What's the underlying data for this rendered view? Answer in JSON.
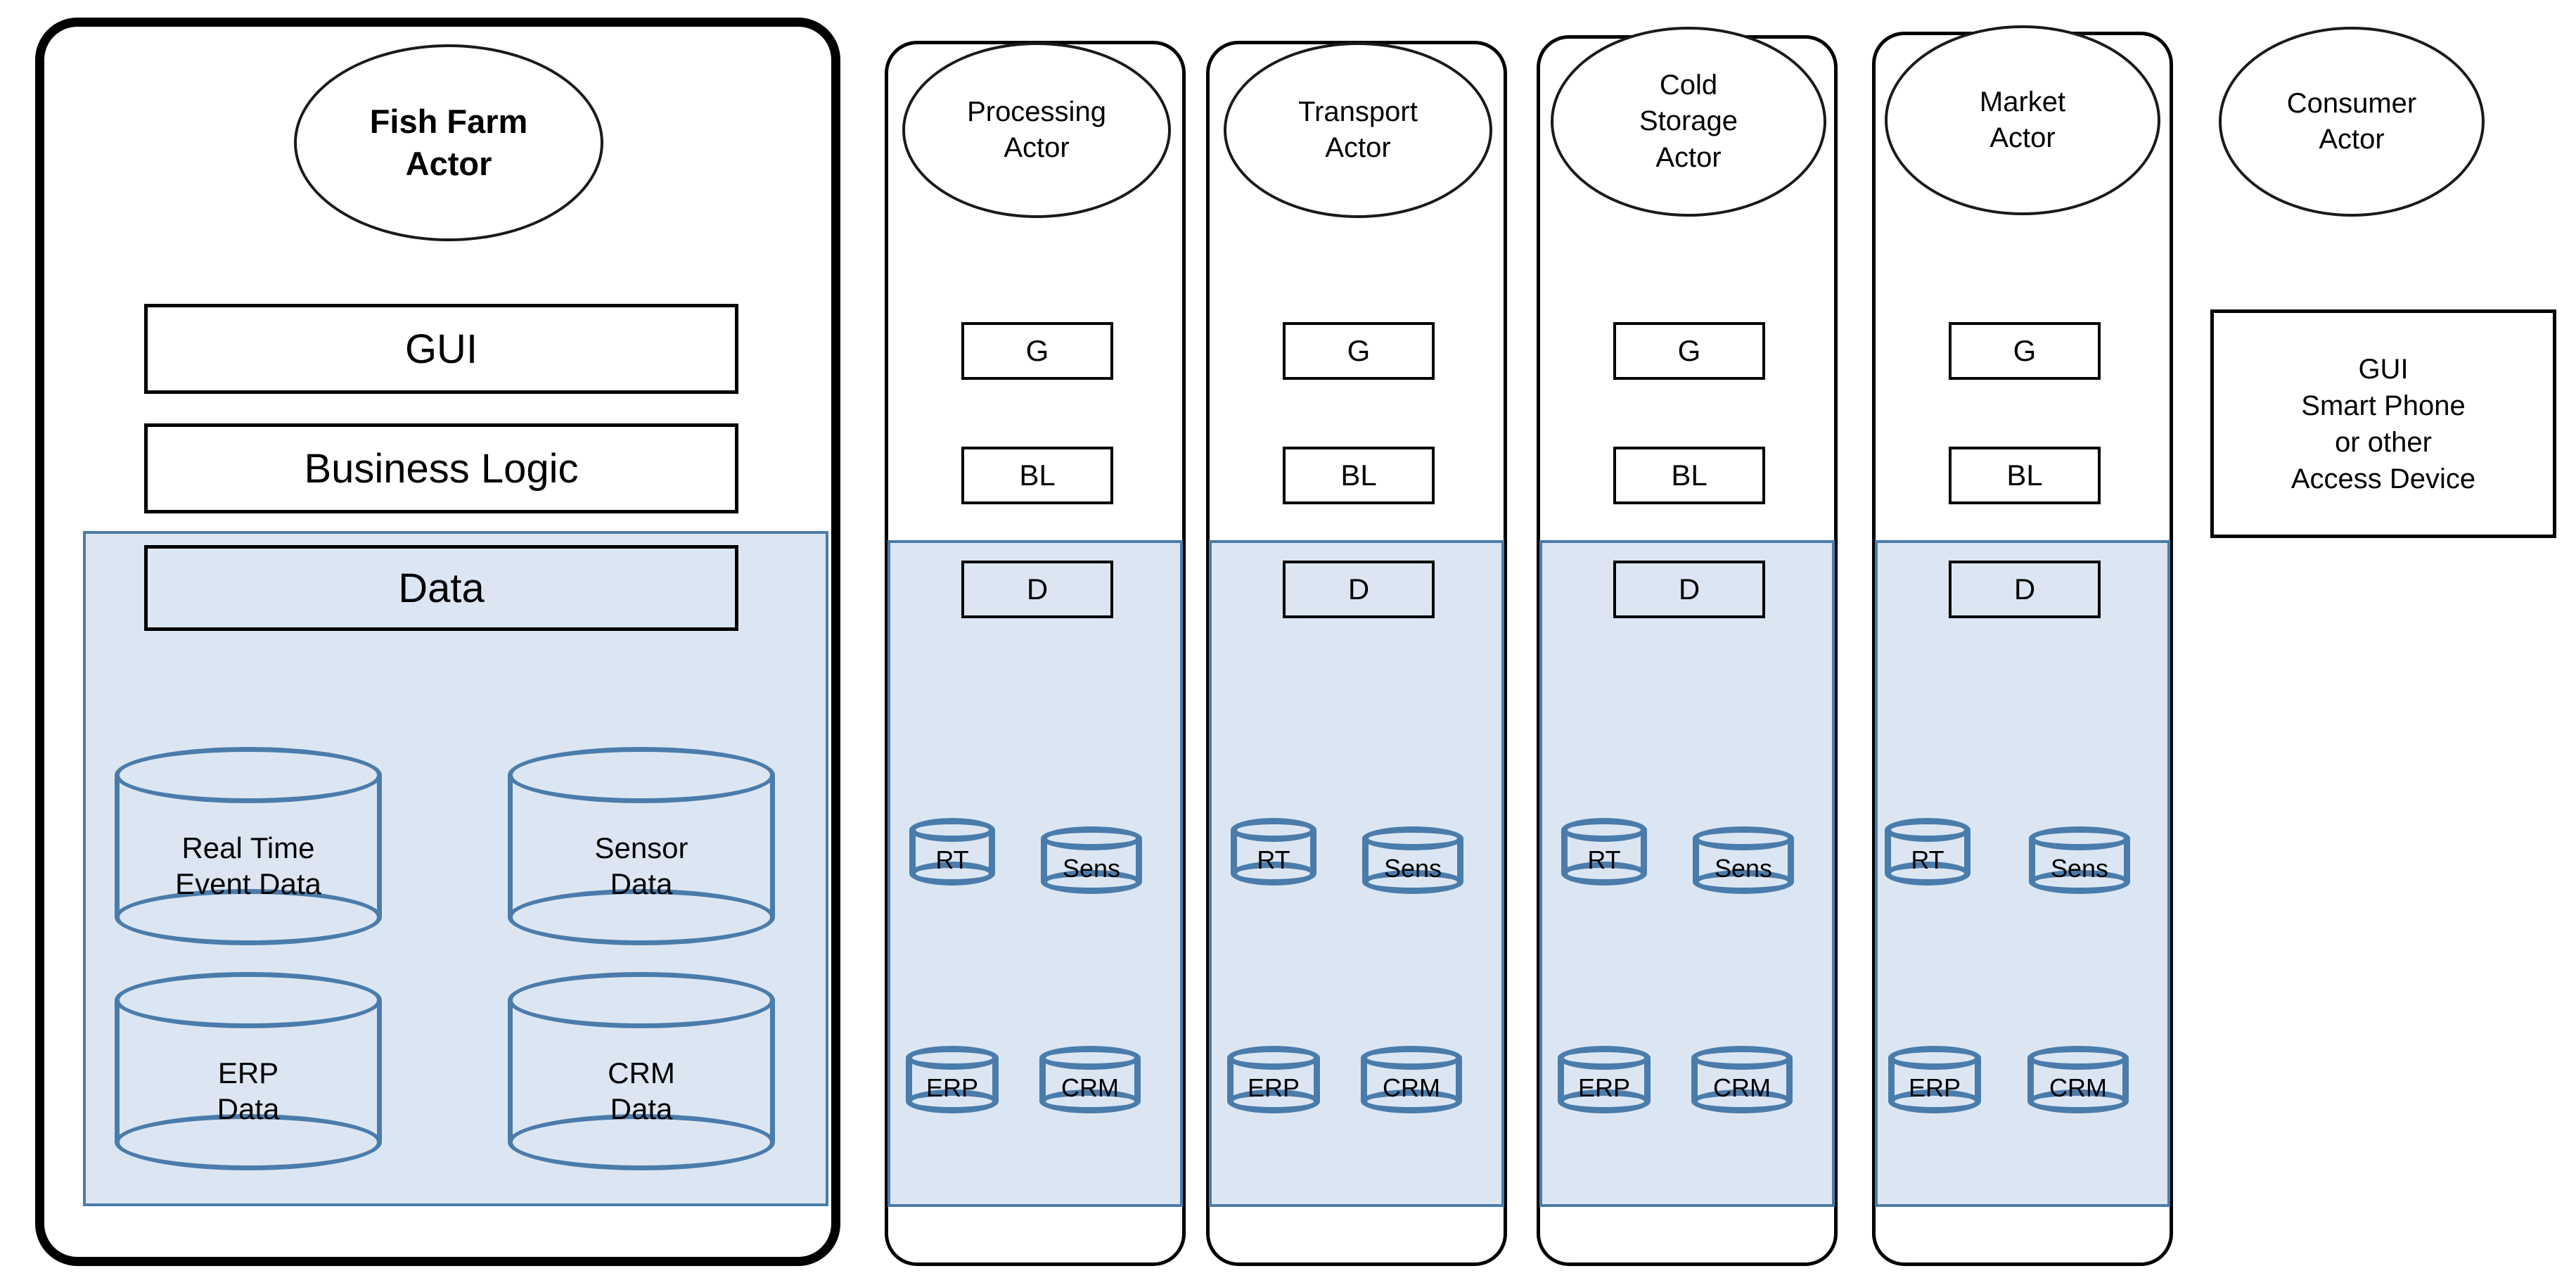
{
  "diagram": {
    "title": "Fish supply chain actor architecture",
    "colors": {
      "data_zone_fill": "#dce6f2",
      "data_zone_border": "#4a7cab",
      "cylinder_stroke": "#4a7cab",
      "card_border": "#000000"
    },
    "layer_legend": {
      "gui": "GUI",
      "business_logic": "Business Logic",
      "data": "Data",
      "gui_short": "G",
      "business_logic_short": "BL",
      "data_short": "D"
    },
    "store_legend": {
      "real_time_event_data": "Real Time Event Data",
      "sensor_data": "Sensor Data",
      "erp_data": "ERP Data",
      "crm_data": "CRM Data"
    },
    "panels": [
      {
        "id": "fish-farm",
        "highlighted": true,
        "actor": "Fish Farm\nActor",
        "actor_line1": "Fish Farm",
        "actor_line2": "Actor",
        "layers": [
          {
            "key": "gui",
            "label": "GUI"
          },
          {
            "key": "business-logic",
            "label": "Business Logic"
          },
          {
            "key": "data",
            "label": "Data"
          }
        ],
        "stores": [
          {
            "key": "rt",
            "label": "Real Time\nEvent Data",
            "line1": "Real Time",
            "line2": "Event Data"
          },
          {
            "key": "sens",
            "label": "Sensor\nData",
            "line1": "Sensor",
            "line2": "Data"
          },
          {
            "key": "erp",
            "label": "ERP\nData",
            "line1": "ERP",
            "line2": "Data"
          },
          {
            "key": "crm",
            "label": "CRM\nData",
            "line1": "CRM",
            "line2": "Data"
          }
        ]
      },
      {
        "id": "processing",
        "highlighted": false,
        "actor_line1": "Processing",
        "actor_line2": "Actor",
        "layers": [
          {
            "key": "gui",
            "label": "G"
          },
          {
            "key": "business-logic",
            "label": "BL"
          },
          {
            "key": "data",
            "label": "D"
          }
        ],
        "stores": [
          {
            "key": "rt",
            "label": "RT"
          },
          {
            "key": "sens",
            "label": "Sens"
          },
          {
            "key": "erp",
            "label": "ERP"
          },
          {
            "key": "crm",
            "label": "CRM"
          }
        ]
      },
      {
        "id": "transport",
        "highlighted": false,
        "actor_line1": "Transport",
        "actor_line2": "Actor",
        "layers": [
          {
            "key": "gui",
            "label": "G"
          },
          {
            "key": "business-logic",
            "label": "BL"
          },
          {
            "key": "data",
            "label": "D"
          }
        ],
        "stores": [
          {
            "key": "rt",
            "label": "RT"
          },
          {
            "key": "sens",
            "label": "Sens"
          },
          {
            "key": "erp",
            "label": "ERP"
          },
          {
            "key": "crm",
            "label": "CRM"
          }
        ]
      },
      {
        "id": "cold-storage",
        "highlighted": false,
        "actor_line1": "Cold",
        "actor_line2": "Storage",
        "actor_line3": "Actor",
        "layers": [
          {
            "key": "gui",
            "label": "G"
          },
          {
            "key": "business-logic",
            "label": "BL"
          },
          {
            "key": "data",
            "label": "D"
          }
        ],
        "stores": [
          {
            "key": "rt",
            "label": "RT"
          },
          {
            "key": "sens",
            "label": "Sens"
          },
          {
            "key": "erp",
            "label": "ERP"
          },
          {
            "key": "crm",
            "label": "CRM"
          }
        ]
      },
      {
        "id": "market",
        "highlighted": false,
        "actor_line1": "Market",
        "actor_line2": "Actor",
        "layers": [
          {
            "key": "gui",
            "label": "G"
          },
          {
            "key": "business-logic",
            "label": "BL"
          },
          {
            "key": "data",
            "label": "D"
          }
        ],
        "stores": [
          {
            "key": "rt",
            "label": "RT"
          },
          {
            "key": "sens",
            "label": "Sens"
          },
          {
            "key": "erp",
            "label": "ERP"
          },
          {
            "key": "crm",
            "label": "CRM"
          }
        ]
      },
      {
        "id": "consumer",
        "highlighted": false,
        "actor_line1": "Consumer",
        "actor_line2": "Actor",
        "device_box": {
          "line1": "GUI",
          "line2": "Smart Phone",
          "line3": "or other",
          "line4": "Access Device"
        }
      }
    ]
  }
}
